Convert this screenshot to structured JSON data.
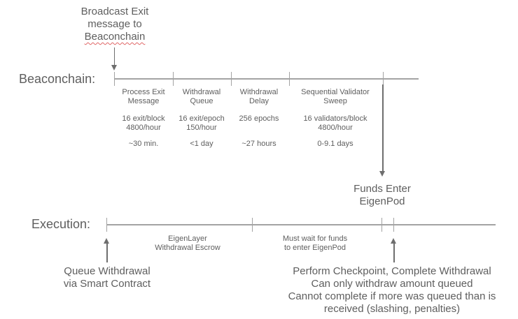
{
  "colors": {
    "text_gray": "#5e5e5e",
    "timeline_gray": "#a3a3a3",
    "arrow_gray": "#6e6e6e",
    "spellcheck_red": "#e06666"
  },
  "broadcast_annotation": {
    "line1": "Broadcast Exit",
    "line2": "message to",
    "line3": "Beaconchain"
  },
  "beaconchain": {
    "label": "Beaconchain:",
    "segments": [
      {
        "title": "Process Exit\nMessage",
        "rate": "16 exit/block\n4800/hour",
        "duration": "~30 min."
      },
      {
        "title": "Withdrawal\nQueue",
        "rate": "16 exit/epoch\n150/hour",
        "duration": "<1 day"
      },
      {
        "title": "Withdrawal\nDelay",
        "rate": "256 epochs",
        "duration": "~27 hours"
      },
      {
        "title": "Sequential Validator\nSweep",
        "rate": "16 validators/block\n4800/hour",
        "duration": "0-9.1 days"
      }
    ]
  },
  "funds_annotation": {
    "text": "Funds Enter\nEigenPod"
  },
  "execution": {
    "label": "Execution:",
    "segments": [
      {
        "title": "EigenLayer\nWithdrawal Escrow"
      },
      {
        "title": "Must wait for funds\nto enter EigenPod"
      }
    ]
  },
  "queue_annotation": {
    "text": "Queue Withdrawal\nvia Smart Contract"
  },
  "checkpoint_annotation": {
    "text": "Perform Checkpoint, Complete Withdrawal\nCan only withdraw amount queued\nCannot complete if more was queued than is\nreceived (slashing, penalties)"
  }
}
